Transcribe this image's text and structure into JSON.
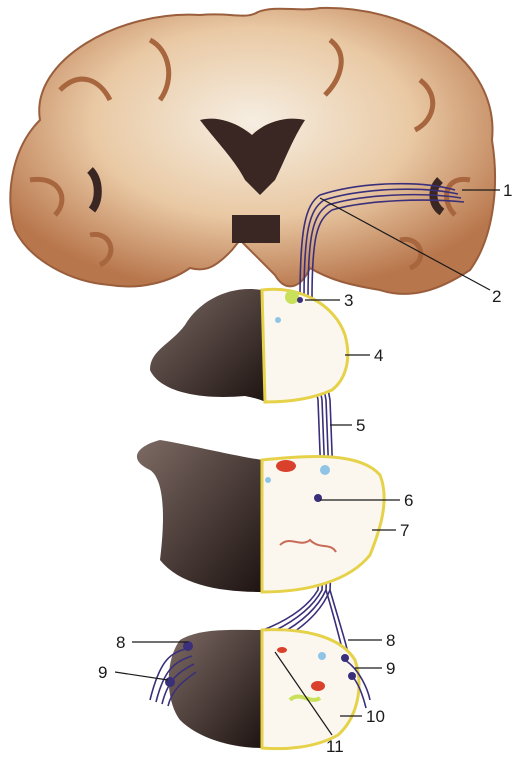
{
  "figure": {
    "labels": [
      {
        "id": "1",
        "text": "1"
      },
      {
        "id": "2",
        "text": "2"
      },
      {
        "id": "3",
        "text": "3"
      },
      {
        "id": "4",
        "text": "4"
      },
      {
        "id": "5",
        "text": "5"
      },
      {
        "id": "6",
        "text": "6"
      },
      {
        "id": "7",
        "text": "7"
      },
      {
        "id": "8a",
        "text": "8"
      },
      {
        "id": "8b",
        "text": "8"
      },
      {
        "id": "9a",
        "text": "9"
      },
      {
        "id": "9b",
        "text": "9"
      },
      {
        "id": "10",
        "text": "10"
      },
      {
        "id": "11",
        "text": "11"
      }
    ],
    "colors": {
      "tract": "#3a2f7a",
      "cortex": "#c9855a",
      "white_matter": "#f3ece0",
      "dark_tissue": "#2b1e1a",
      "outline": "#e6d24a",
      "nucleus_red": "#d9412c",
      "nucleus_blue": "#8fc4e6",
      "nucleus_green": "#c9e05a"
    }
  }
}
